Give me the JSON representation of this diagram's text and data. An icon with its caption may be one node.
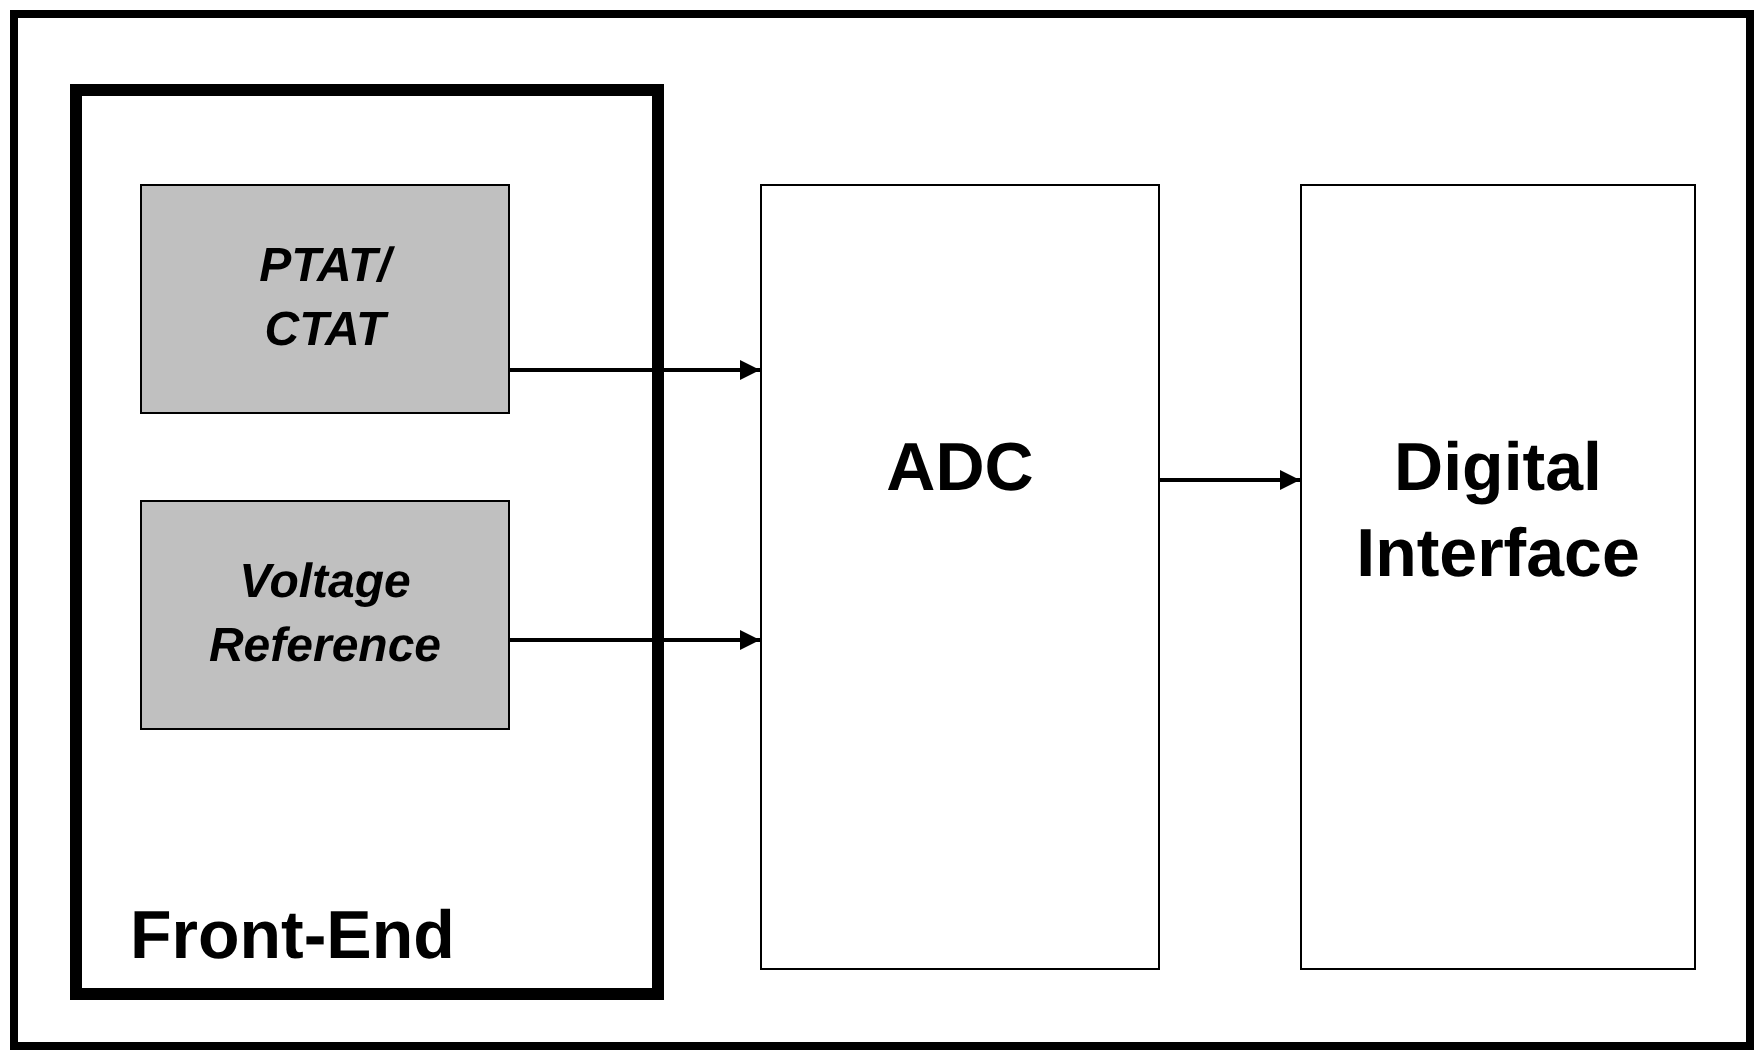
{
  "diagram": {
    "nodes": [
      {
        "text": [],
        "shape": "box"
      },
      {
        "text": [
          "Front-End"
        ],
        "in": 0
      },
      {
        "text": [
          "PTAT/ CTAT"
        ],
        "in": 1
      },
      {
        "text": [
          "Voltage Reference"
        ],
        "in": 1
      },
      {
        "text": [
          "ADC"
        ],
        "in": 0
      },
      {
        "text": [
          "Digital Interface"
        ],
        "in": 0
      }
    ],
    "edges": [
      {
        "from": 2,
        "to": 4,
        "arrow": "to"
      },
      {
        "from": 3,
        "to": 4,
        "arrow": "to"
      },
      {
        "from": 4,
        "to": 5,
        "arrow": "to"
      }
    ]
  }
}
